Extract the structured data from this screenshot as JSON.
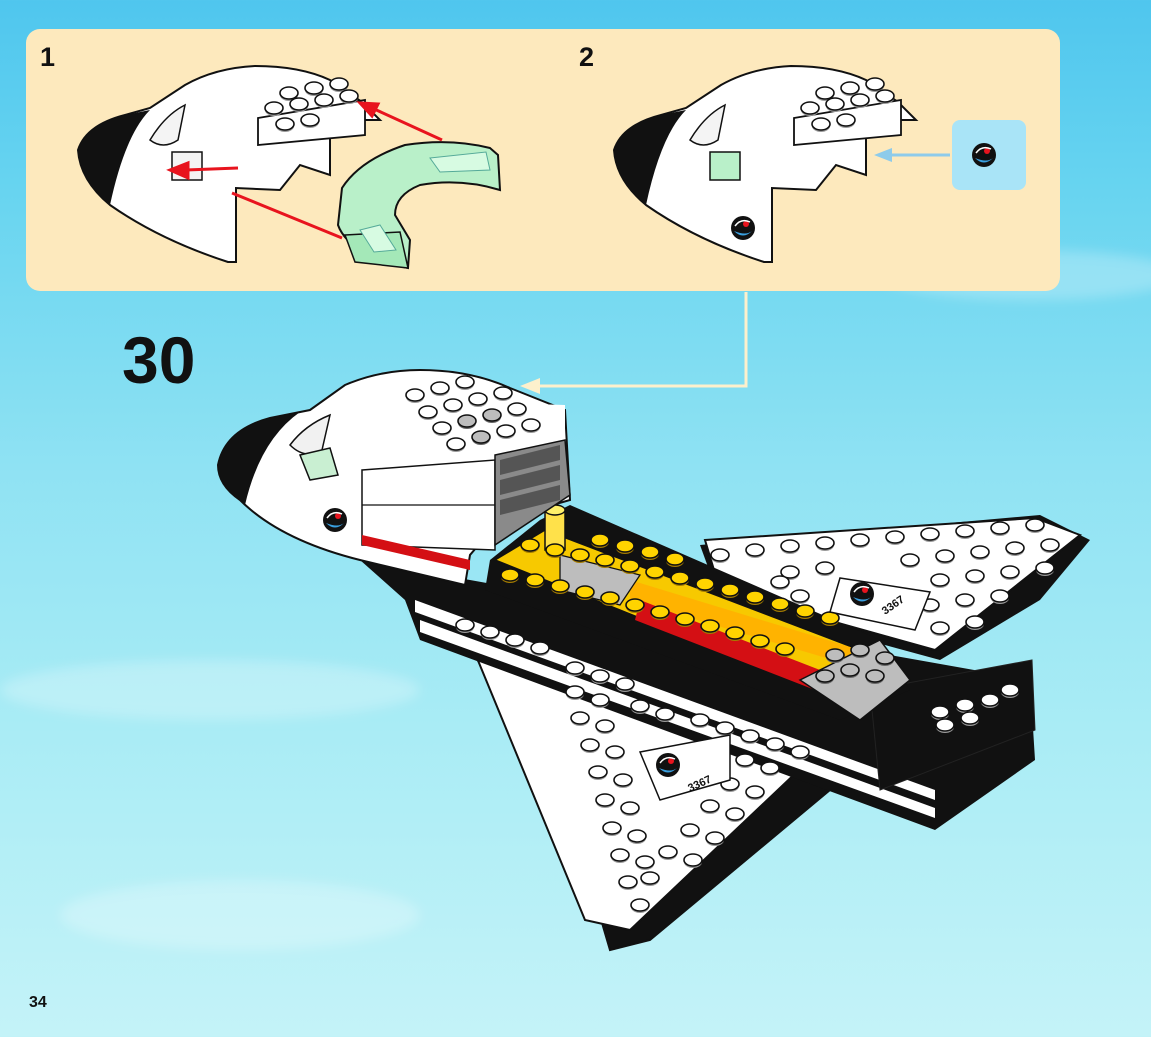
{
  "page": {
    "number": "34"
  },
  "step": {
    "number": "30"
  },
  "callout": {
    "substeps": [
      {
        "number": "1",
        "parts": [
          "cockpit-hood",
          "transparent-green-windscreen"
        ],
        "action": "attach"
      },
      {
        "number": "2",
        "parts": [
          "cockpit-hood",
          "mission-logo-sticker"
        ],
        "action": "apply-sticker"
      }
    ]
  },
  "model": {
    "sticker_text": "3367"
  },
  "colors": {
    "callout_background": "#fde9bd",
    "arrow_red": "#e8141e",
    "arrow_blue": "#8ecbea",
    "connector": "#fdf0cc",
    "brick_white": "#ffffff",
    "brick_black": "#111111",
    "brick_yellow": "#f7c900",
    "brick_red": "#d40f14",
    "windscreen_green": "#b9f0c9"
  }
}
